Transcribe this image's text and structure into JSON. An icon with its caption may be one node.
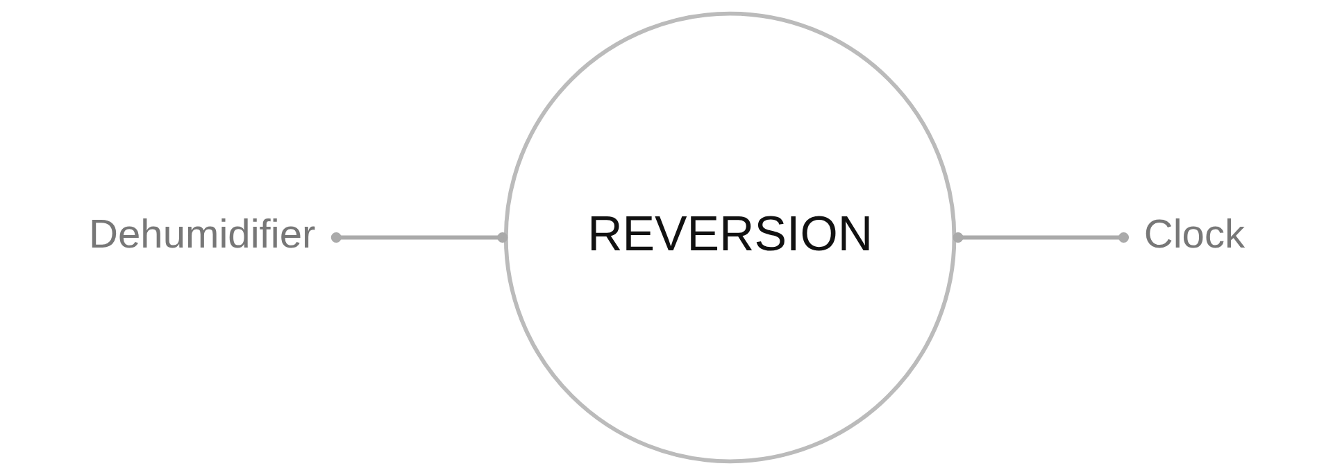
{
  "diagram": {
    "nodes": [
      {
        "text": [
          "Dehumidifier"
        ]
      },
      {
        "text": [
          "REVERSION"
        ]
      },
      {
        "text": [
          "Clock"
        ]
      }
    ],
    "edges": [
      {
        "from": 0,
        "to": 1,
        "arrow": "other"
      },
      {
        "from": 1,
        "to": 2,
        "arrow": "other"
      }
    ]
  }
}
